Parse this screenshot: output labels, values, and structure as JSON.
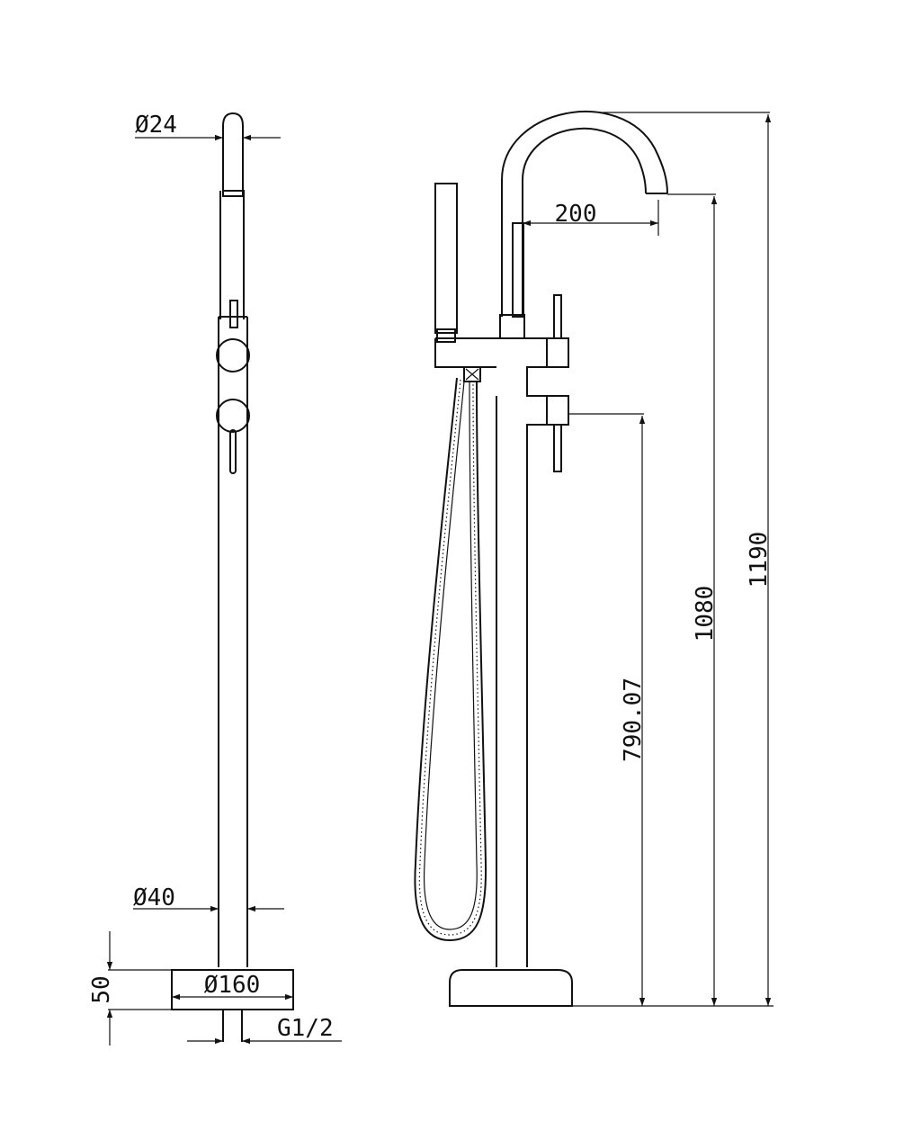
{
  "dimensions": {
    "spout_diameter": "Ø24",
    "pipe_diameter": "Ø40",
    "base_height": "50",
    "base_diameter": "Ø160",
    "inlet_thread": "G1/2",
    "spout_reach": "200",
    "handle_height": "790.07",
    "spout_height": "1080",
    "total_height": "1190"
  },
  "colors": {
    "line": "#111111",
    "background": "#ffffff"
  }
}
